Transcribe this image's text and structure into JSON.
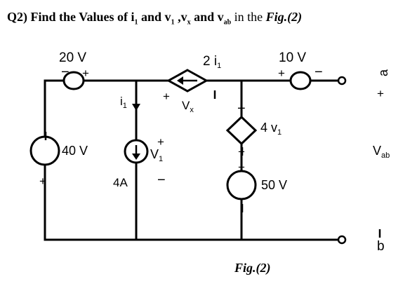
{
  "question": {
    "prefix": "Q2) Find the Values of i",
    "sub1": "1",
    "mid1": " and v",
    "sub2": "1",
    "mid2": " ,v",
    "sub3": "x",
    "mid3": " and v",
    "sub4": "ab",
    "mid4": " in the ",
    "fig": "Fig.(2)"
  },
  "labels": {
    "src20": "20 V",
    "src10": "10 V",
    "ccs": "2 i",
    "ccs_sub": "1",
    "i1": "i",
    "i1_sub": "1",
    "vx": "V",
    "vx_sub": "x",
    "dep": "4 v",
    "dep_sub": "1",
    "src40": "40 V",
    "cur4": "4A",
    "v1": "V",
    "v1_sub": "1",
    "src50": "50 V",
    "term_a": "a",
    "term_b": "b",
    "vab": "V",
    "vab_sub": "ab",
    "plus": "+",
    "minus": "−",
    "caption": "Fig.(2)"
  }
}
